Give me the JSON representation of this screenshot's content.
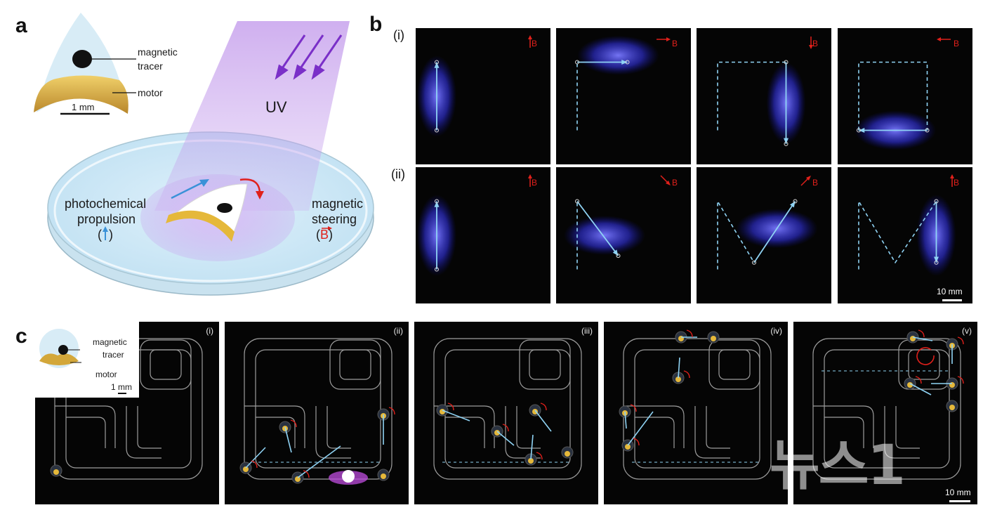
{
  "panel_a": {
    "letter": "a",
    "inset": {
      "tracer_label_1": "magnetic",
      "tracer_label_2": "tracer",
      "motor_label": "motor",
      "scale_label": "1 mm"
    },
    "uv_label": "UV",
    "left_label_1": "photochemical",
    "left_label_2": "propulsion",
    "right_label_1": "magnetic",
    "right_label_2": "steering",
    "b_symbol": "B"
  },
  "panel_b": {
    "letter": "b",
    "row_labels": [
      "(i)",
      "(ii)"
    ],
    "b_symbol": "B",
    "scale_label": "10 mm"
  },
  "panel_c": {
    "letter": "c",
    "sub_labels": [
      "(i)",
      "(ii)",
      "(iii)",
      "(iv)",
      "(v)"
    ],
    "inset": {
      "tracer_label_1": "magnetic",
      "tracer_label_2": "tracer",
      "motor_label": "motor",
      "scale_label": "1 mm"
    },
    "scale_label": "10 mm"
  },
  "watermark": {
    "text": "뉴스1"
  },
  "colors": {
    "arrow_blue": "#8fd3f4",
    "steer_red": "#e0201b",
    "uv_purple": "#a86be0",
    "glow_blue": "#3a3aff",
    "motor_gold": "#e5b83a"
  }
}
